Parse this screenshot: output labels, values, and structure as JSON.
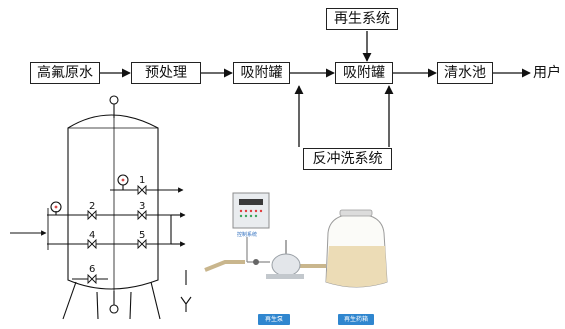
{
  "flow": {
    "raw_water": "高氟原水",
    "pretreatment": "预处理",
    "adsorber_1": "吸附罐",
    "adsorber_2": "吸附罐",
    "clear_pool": "清水池",
    "user": "用户",
    "regeneration": "再生系统",
    "backwash": "反冲洗系统"
  },
  "tank": {
    "valves": [
      "1",
      "2",
      "3",
      "4",
      "5",
      "6"
    ]
  },
  "regen_unit": {
    "panel": "控制系统",
    "pump_tag": "再生泵",
    "tank_tag": "再生药箱"
  },
  "colors": {
    "line": "#222222",
    "tag_blue": "#2f86cf",
    "pipe_tan": "#c9b68d",
    "solution": "#ecdcb6"
  }
}
